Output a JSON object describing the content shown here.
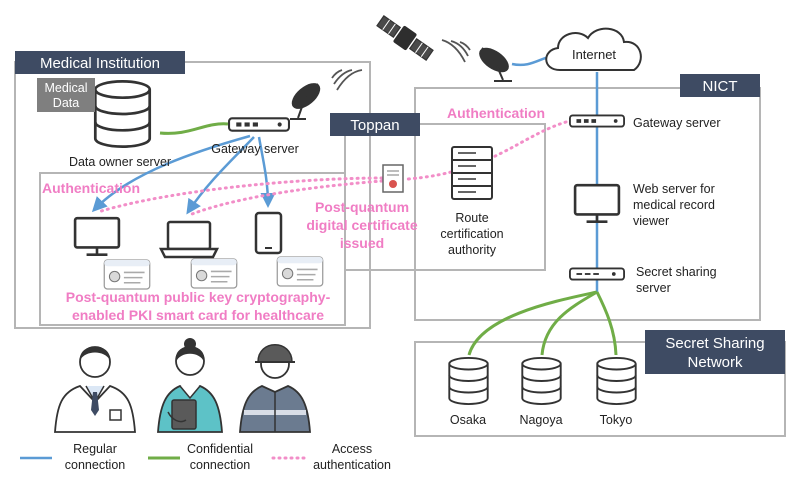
{
  "regions": {
    "medical_institution": "Medical Institution",
    "toppan": "Toppan",
    "nict": "NICT",
    "secret_sharing_network": [
      "Secret Sharing",
      "Network"
    ]
  },
  "medical": {
    "medical_data": [
      "Medical",
      "Data"
    ],
    "data_owner_server": "Data owner server",
    "gateway_server": "Gateway server",
    "authentication": "Authentication",
    "smart_card_caption": [
      "Post-quantum public key cryptography-",
      "enabled PKI smart card for healthcare"
    ]
  },
  "toppan_area": {
    "authentication": "Authentication",
    "certificate_caption": [
      "Post-quantum",
      "digital certificate",
      "issued"
    ],
    "route_ca": [
      "Route",
      "certification",
      "authority"
    ]
  },
  "internet": "Internet",
  "nict_area": {
    "gateway_server": "Gateway server",
    "web_server": [
      "Web server for",
      "medical record",
      "viewer"
    ],
    "secret_sharing_server": [
      "Secret sharing",
      "server"
    ]
  },
  "ssn_nodes": [
    "Osaka",
    "Nagoya",
    "Tokyo"
  ],
  "legend": [
    {
      "label": [
        "Regular",
        "connection"
      ],
      "color": "#5b9bd5"
    },
    {
      "label": [
        "Confidential",
        "connection"
      ],
      "color": "#70ad47"
    },
    {
      "label": [
        "Access",
        "authentication"
      ],
      "color": "#f28ec8"
    }
  ],
  "colors": {
    "header_bg": "#3e4b63",
    "medical_data_bg": "#7f7f7f",
    "pink_text": "#f07dc4",
    "region_border": "#b5b5b5"
  }
}
